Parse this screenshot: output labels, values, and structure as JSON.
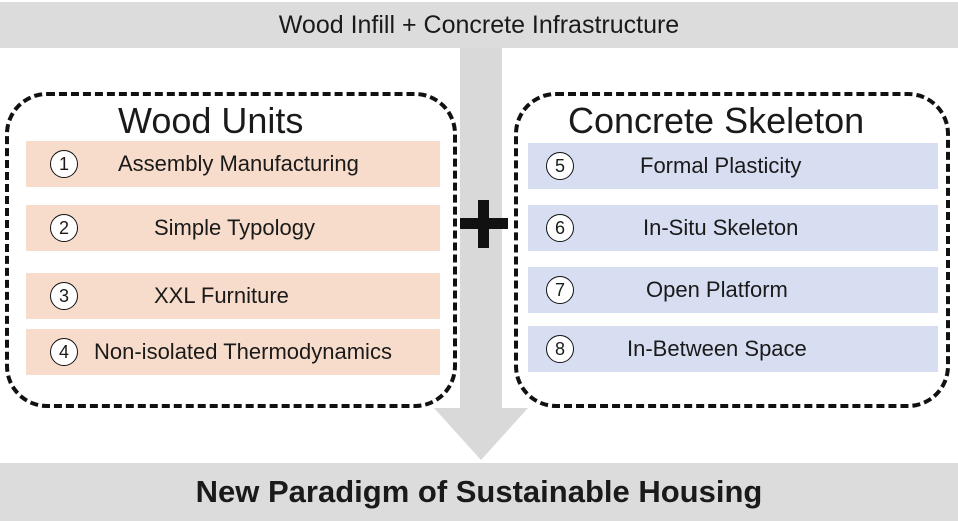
{
  "header": {
    "title": "Wood Infill + Concrete Infrastructure"
  },
  "wood": {
    "title": "Wood Units",
    "color": "#f7dccb",
    "items": [
      {
        "num": "1",
        "label": "Assembly Manufacturing"
      },
      {
        "num": "2",
        "label": "Simple Typology"
      },
      {
        "num": "3",
        "label": "XXL Furniture"
      },
      {
        "num": "4",
        "label": "Non-isolated Thermodynamics"
      }
    ]
  },
  "concrete": {
    "title": "Concrete Skeleton",
    "color": "#d7def2",
    "items": [
      {
        "num": "5",
        "label": "Formal Plasticity"
      },
      {
        "num": "6",
        "label": "In-Situ Skeleton"
      },
      {
        "num": "7",
        "label": "Open Platform"
      },
      {
        "num": "8",
        "label": "In-Between Space"
      }
    ]
  },
  "footer": {
    "title": "New Paradigm of Sustainable Housing"
  }
}
